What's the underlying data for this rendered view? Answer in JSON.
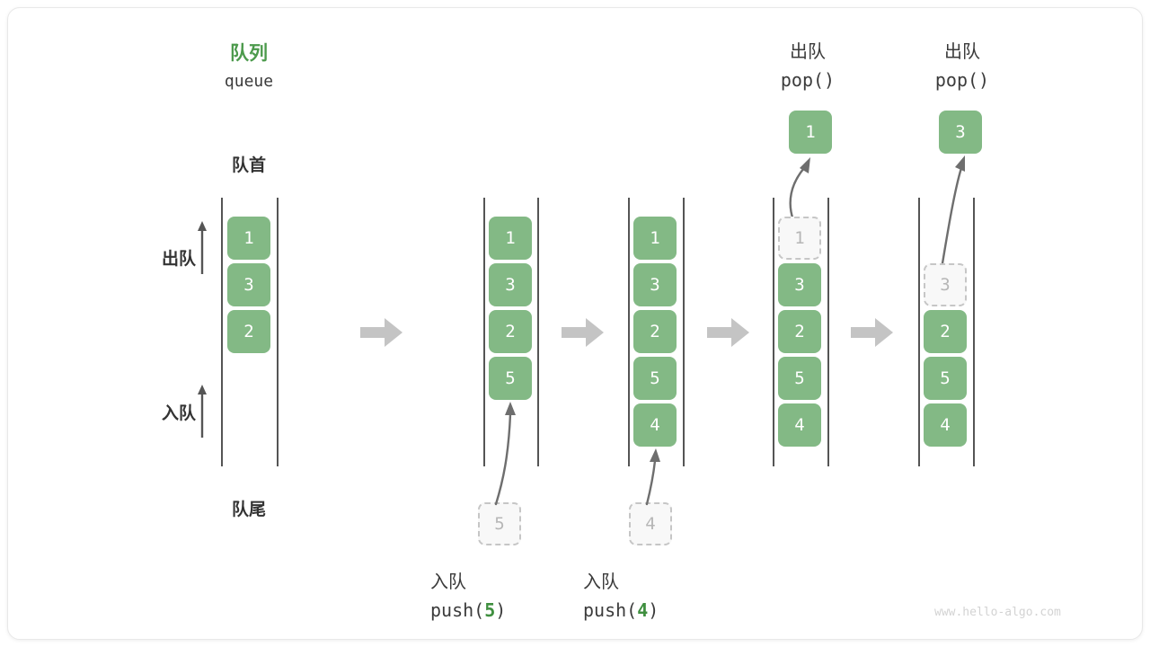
{
  "diagram": {
    "title_cn": "队列",
    "title_en": "queue",
    "front_label": "队首",
    "rear_label": "队尾",
    "dequeue_label": "出队",
    "enqueue_label": "入队",
    "watermark": "www.hello-algo.com",
    "accent_color": "#4c9a4c",
    "cell_color": "#83b985",
    "ghost_color": "#f8f8f8",
    "arrow_color": "#c4c4c4"
  },
  "stages": [
    {
      "id": "stage-initial",
      "cells": [
        "1",
        "3",
        "2"
      ],
      "ghost_index": null,
      "op_cn": "",
      "op_code": "",
      "op_arg": "",
      "popped_value": "",
      "pop_cn": "",
      "pop_code": "",
      "incoming_value": ""
    },
    {
      "id": "stage-push-5",
      "cells": [
        "1",
        "3",
        "2",
        "5"
      ],
      "ghost_index": null,
      "op_cn": "入队",
      "op_code_pre": "push(",
      "op_arg": "5",
      "op_code_post": ")",
      "incoming_value": "5",
      "popped_value": "",
      "pop_cn": "",
      "pop_code": ""
    },
    {
      "id": "stage-push-4",
      "cells": [
        "1",
        "3",
        "2",
        "5",
        "4"
      ],
      "ghost_index": null,
      "op_cn": "入队",
      "op_code_pre": "push(",
      "op_arg": "4",
      "op_code_post": ")",
      "incoming_value": "4",
      "popped_value": "",
      "pop_cn": "",
      "pop_code": ""
    },
    {
      "id": "stage-pop-1",
      "cells": [
        "1",
        "3",
        "2",
        "5",
        "4"
      ],
      "ghost_index": 0,
      "op_cn": "",
      "op_code_pre": "",
      "op_arg": "",
      "op_code_post": "",
      "incoming_value": "",
      "popped_value": "1",
      "pop_cn": "出队",
      "pop_code": "pop()"
    },
    {
      "id": "stage-pop-3",
      "cells": [
        "",
        "3",
        "2",
        "5",
        "4"
      ],
      "ghost_index": 1,
      "op_cn": "",
      "op_code_pre": "",
      "op_arg": "",
      "op_code_post": "",
      "incoming_value": "",
      "popped_value": "3",
      "pop_cn": "出队",
      "pop_code": "pop()"
    }
  ]
}
